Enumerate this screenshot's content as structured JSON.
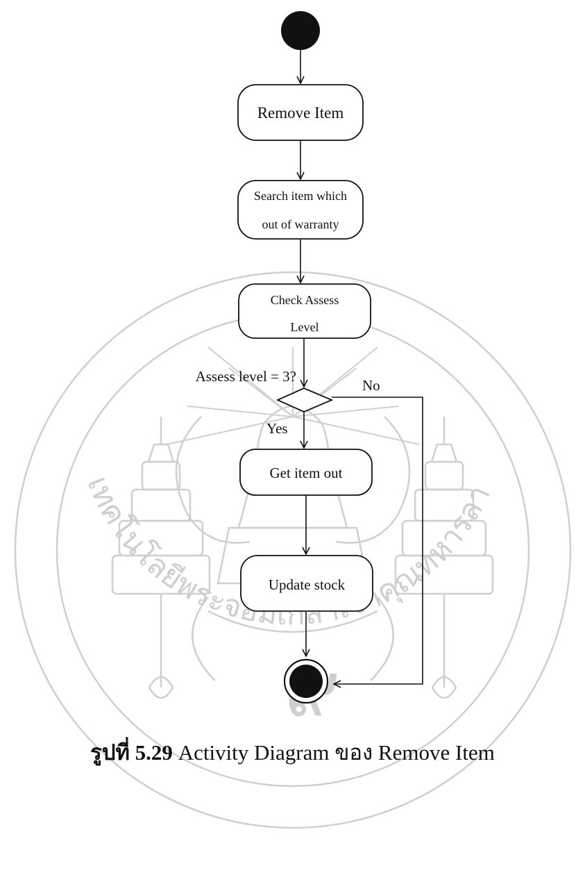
{
  "diagram": {
    "nodes": {
      "remove_item": "Remove Item",
      "search_item_line1": "Search item which",
      "search_item_line2": "out of warranty",
      "check_assess_line1": "Check Assess",
      "check_assess_line2": "Level",
      "get_item_out": "Get item out",
      "update_stock": "Update stock"
    },
    "decision": {
      "guard": "Assess level = 3?",
      "yes": "Yes",
      "no": "No"
    }
  },
  "caption": {
    "prefix": "รูปที่ 5.29",
    "text": "Activity Diagram ของ Remove Item"
  },
  "watermark": {
    "arc_text": "สถาบันเทคโนโลยีพระจอมเกล้าเจ้าคุณทหารลาดกระบัง",
    "emblem_numeral": "๙"
  },
  "colors": {
    "ink": "#111111",
    "watermark": "#cfcfcf"
  }
}
